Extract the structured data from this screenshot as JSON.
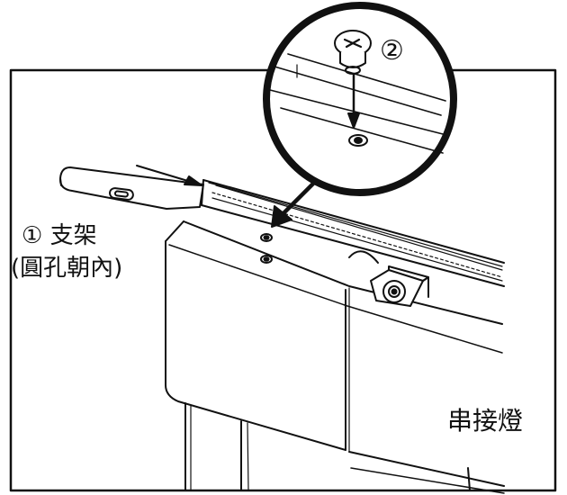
{
  "labels": {
    "bracket": "① 支架",
    "bracket_note": "(圓孔朝內)",
    "step2": "②",
    "linkable_light": "串接燈"
  },
  "colors": {
    "line": "#111111",
    "background": "#ffffff",
    "light_gray": "#d9d9d9"
  },
  "icons": [
    "screw-icon",
    "arrow-right-icon",
    "arrow-down-icon"
  ]
}
